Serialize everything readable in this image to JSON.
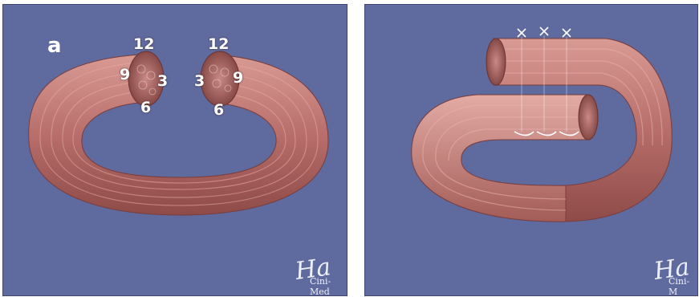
{
  "panels": [
    {
      "letter": "a",
      "left_end": {
        "top": "12",
        "right": "3",
        "bottom": "6",
        "left": "9"
      },
      "right_end": {
        "top": "12",
        "right": "9",
        "bottom": "6",
        "left": "3"
      },
      "signature": {
        "scribble": "Ha",
        "text": "Cini-Med"
      }
    },
    {
      "signature": {
        "scribble": "Ha",
        "text": "Cini-M"
      }
    }
  ],
  "colors": {
    "background": "#5f6a9f",
    "muscle": "#b86e6a",
    "muscle_dark": "#8e4b48",
    "muscle_light": "#d99a94",
    "stitch": "#ffffff"
  }
}
